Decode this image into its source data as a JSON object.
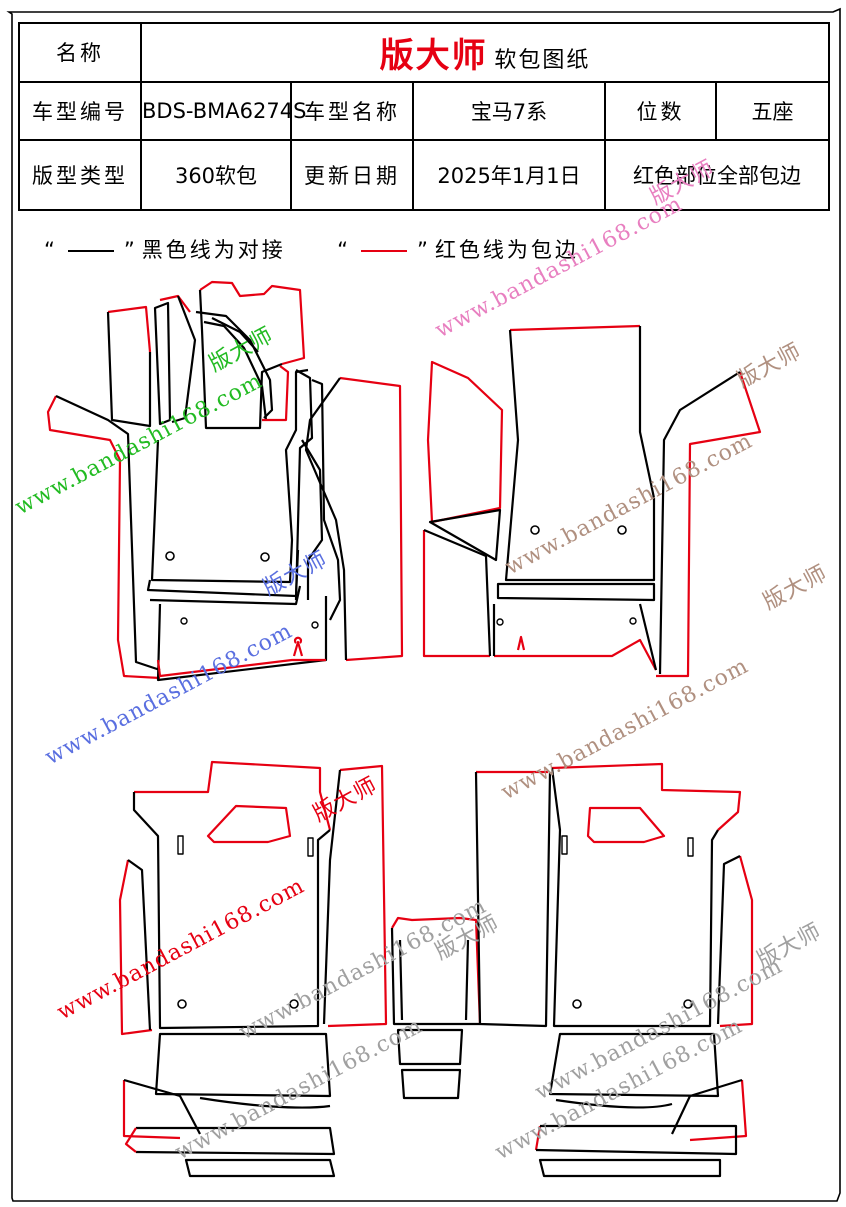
{
  "header": {
    "name_label": "名称",
    "brand": "版大师",
    "brand_suffix": "软包图纸",
    "model_code_label": "车型编号",
    "model_code": "BDS-BMA6274S",
    "model_name_label": "车型名称",
    "model_name": "宝马7系",
    "seats_label": "位数",
    "seats": "五座",
    "pattern_type_label": "版型类型",
    "pattern_type": "360软包",
    "update_label": "更新日期",
    "update_date": "2025年1月1日",
    "note": "红色部位全部包边"
  },
  "legend": {
    "open_quote": "“",
    "close_quote": "”",
    "black_text": "黑色线为对接",
    "red_text": "红色线为包边"
  },
  "watermark": {
    "url": "www.bandashi168.com",
    "brand": "版大师"
  },
  "colors": {
    "edge_red": "#e60012",
    "seam_black": "#000000",
    "watermark_pink": "#e87fc0",
    "watermark_green": "#22bb22",
    "watermark_blue": "#5a6fe0",
    "watermark_brown": "#b09080",
    "watermark_gray": "#a0a0a0"
  }
}
